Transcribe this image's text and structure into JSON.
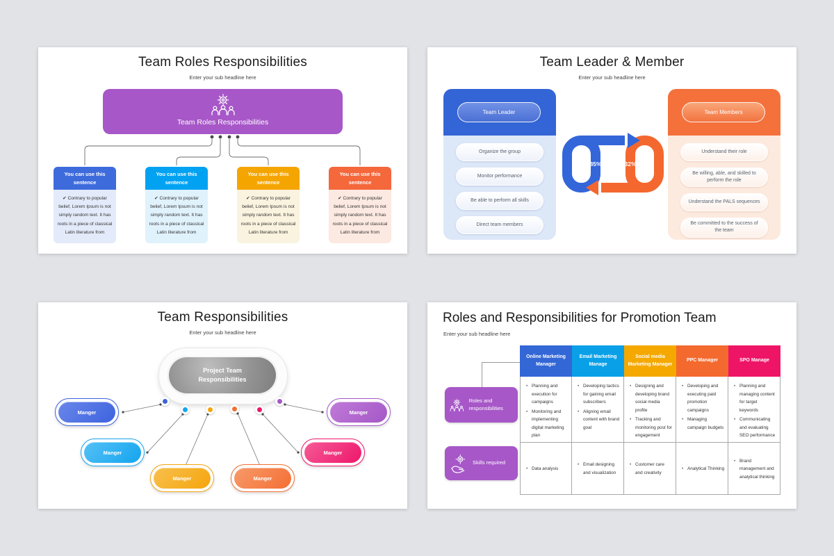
{
  "palette": {
    "purple": "#A757C8",
    "blue": "#3E6BDC",
    "cyan": "#09A0E8",
    "amber": "#F5A500",
    "orange": "#F4692E",
    "pink": "#EE1566",
    "gray": "#8C8C8C"
  },
  "slide1": {
    "title": "Team Roles Responsibilities",
    "subtitle": "Enter your sub headline here",
    "root": {
      "label": "Team Roles Responsibilities",
      "color": "#A757C8",
      "icon": "team-gear-icon"
    },
    "boxes": [
      {
        "header": "You can use this sentence",
        "body": "✔ Contrary to popular belief, Lorem Ipsum is not simply random text.  It has roots in a piece of classical Latin literature from",
        "color": "#3E6BDC",
        "tint": "#E3EAF9"
      },
      {
        "header": "You can use this sentence",
        "body": "✔ Contrary to popular belief, Lorem Ipsum is not simply random text.  It has roots in a piece of classical Latin literature from",
        "color": "#02A2F2",
        "tint": "#E0F2FC"
      },
      {
        "header": "You can use this sentence",
        "body": "✔ Contrary to popular belief, Lorem Ipsum is not simply random text.  It has roots in a piece of classical Latin literature from",
        "color": "#F5A500",
        "tint": "#FAF3DF"
      },
      {
        "header": "You can use this sentence",
        "body": "✔ Contrary to popular belief, Lorem Ipsum is not simply random text.  It has roots in a piece of classical Latin literature from",
        "color": "#F4683C",
        "tint": "#FCE9E1"
      }
    ]
  },
  "slide2": {
    "title": "Team Leader & Member",
    "subtitle": "Enter your sub headline here",
    "left": {
      "header": "Team Leader",
      "color": "#3465D6",
      "tint": "#DCE7F8",
      "items": [
        "Organize the group",
        "Monitor performance",
        "Be able to perform all skills",
        "Direct team members"
      ]
    },
    "right": {
      "header": "Team Members",
      "color": "#F4713C",
      "tint": "#FDEADF",
      "items": [
        "Understand their role",
        "Be willing, able, and skilled to perform the role",
        "Understand the PALS sequences",
        "Be committed to the success of the team"
      ]
    },
    "center": {
      "left_pct": "85%",
      "right_pct": "32%",
      "left_color": "#3366D9",
      "right_color": "#F4672F"
    }
  },
  "slide3": {
    "title": "Team Responsibilities",
    "subtitle": "Enter your sub headline here",
    "center_label": "Project Team Responsibilities",
    "pills": [
      {
        "label": "Manger",
        "color": "#3C63DE"
      },
      {
        "label": "Manger",
        "color": "#14A5EF"
      },
      {
        "label": "Manger",
        "color": "#F5A50D"
      },
      {
        "label": "Manger",
        "color": "#F46F34"
      },
      {
        "label": "Manger",
        "color": "#EE176B"
      },
      {
        "label": "Manger",
        "color": "#A458C6"
      }
    ]
  },
  "slide4": {
    "title": "Roles and Responsibilities for Promotion Team",
    "subtitle": "Enter your sub headline here",
    "row_labels": [
      {
        "label": "Roles and responsibilities",
        "icon": "team-gear-icon"
      },
      {
        "label": "Skills required",
        "icon": "skills-hand-icon"
      }
    ],
    "columns": [
      {
        "label": "Online Marketing Manager",
        "color": "#3367D6"
      },
      {
        "label": "Email Marketing Manage",
        "color": "#09A0E8"
      },
      {
        "label": "Social media Marketing Manager",
        "color": "#F5A800"
      },
      {
        "label": "PPC Manager",
        "color": "#F4692E"
      },
      {
        "label": "SPO Manage",
        "color": "#EE1566"
      }
    ],
    "cells": {
      "roles": [
        [
          "Planning and execution for campaigns",
          "Monitoring and implementing digital marketing plan"
        ],
        [
          "Developing tactics for gaining email subscribers",
          "Aligning email content with brand goal"
        ],
        [
          "Designing and developing brand social media profile",
          "Tracking and monitoring post for engagement"
        ],
        [
          "Developing and executing paid promotion campaigns",
          "Managing campaign budgets"
        ],
        [
          "Planning and managing content for target keywords",
          "Communicating and evaluating SEO performance"
        ]
      ],
      "skills": [
        [
          "Data analysis"
        ],
        [
          "Email designing and visualization"
        ],
        [
          "Customer care and creativity"
        ],
        [
          "Analytical Thinking"
        ],
        [
          "Brand management and analytical thinking"
        ]
      ]
    }
  }
}
